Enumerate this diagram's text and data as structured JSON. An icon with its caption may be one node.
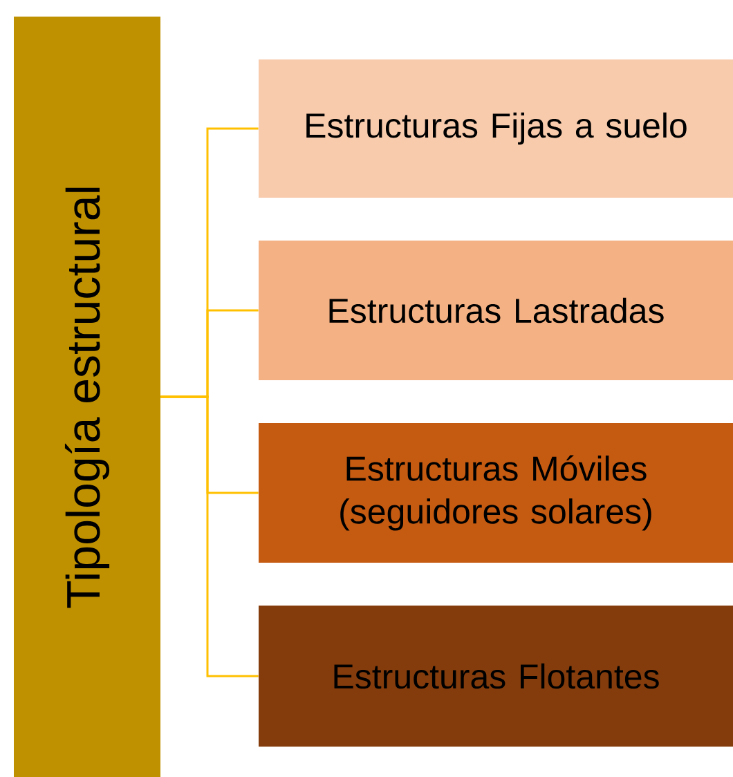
{
  "diagram": {
    "nodes": [
      {
        "text": [
          "Tipología estructural"
        ]
      },
      {
        "text": [
          "Estructuras Fijas a suelo"
        ]
      },
      {
        "text": [
          "Estructuras Lastradas"
        ]
      },
      {
        "text": [
          "Estructuras Móviles (seguidores solares)"
        ]
      },
      {
        "text": [
          "Estructuras Flotantes"
        ]
      }
    ],
    "edges": [
      {
        "from": 0,
        "to": 1,
        "arrow": "none"
      },
      {
        "from": 0,
        "to": 2,
        "arrow": "none"
      },
      {
        "from": 0,
        "to": 3,
        "arrow": "none"
      },
      {
        "from": 0,
        "to": 4,
        "arrow": "none"
      }
    ]
  }
}
